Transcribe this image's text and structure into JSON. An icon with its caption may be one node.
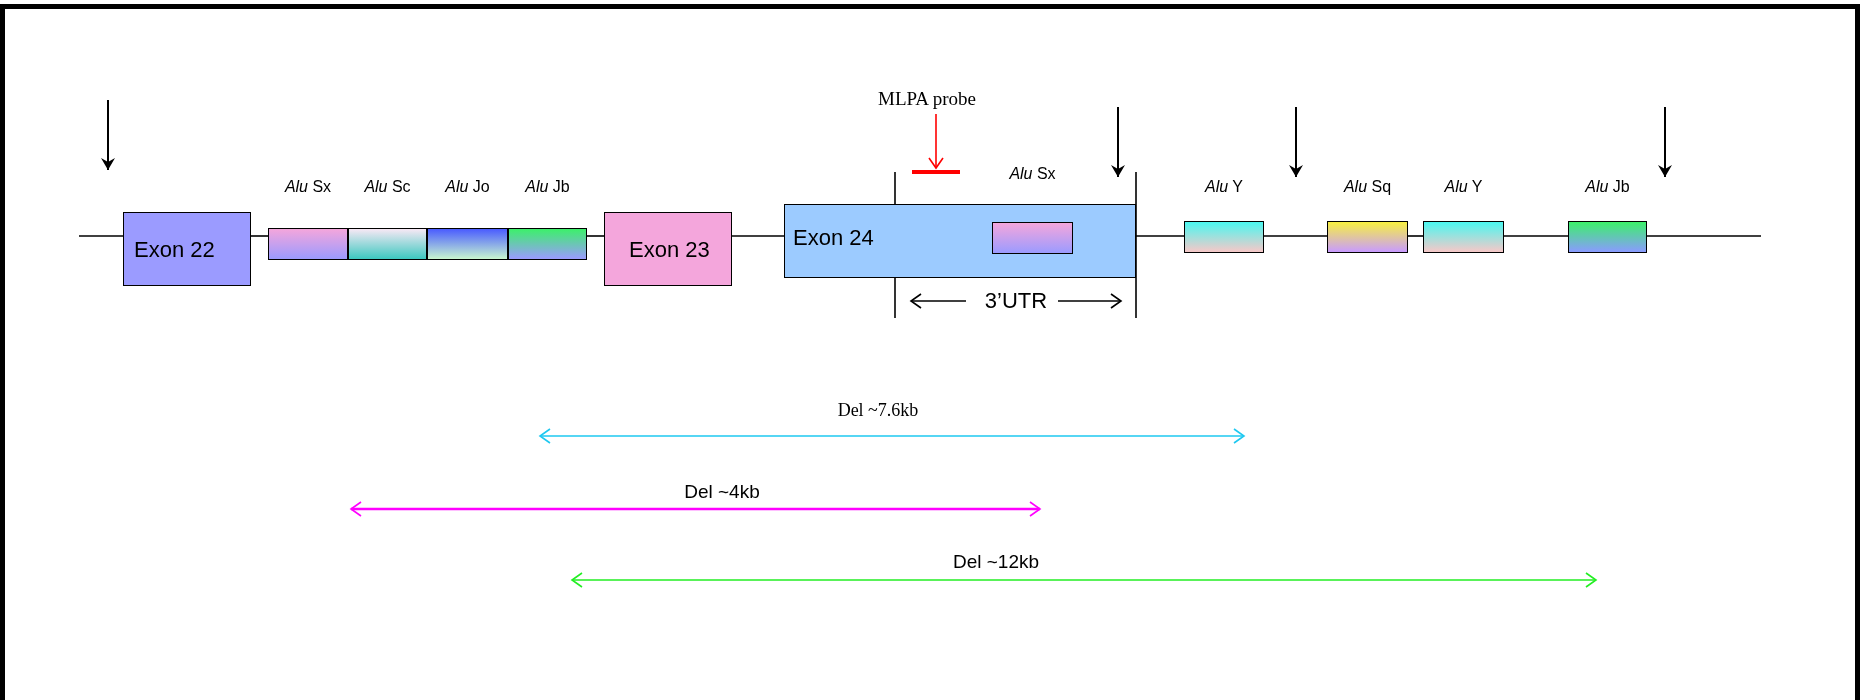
{
  "diagram": {
    "nodes": [
      {
        "text": [
          "Exon 22"
        ]
      },
      {
        "text": [
          "*Alu* Sx"
        ]
      },
      {
        "text": [
          "*Alu* Sc"
        ]
      },
      {
        "text": [
          "*Alu* Jo"
        ]
      },
      {
        "text": [
          "*Alu* Jb"
        ]
      },
      {
        "text": [
          "Exon 23"
        ]
      },
      {
        "text": [
          "MLPA probe"
        ]
      },
      {
        "text": [],
        "shape": "bar"
      },
      {
        "text": [
          "Exon 24"
        ]
      },
      {
        "text": [
          "*Alu* Sx"
        ],
        "in": 8
      },
      {
        "text": [
          "*Alu* Y"
        ]
      },
      {
        "text": [
          "*Alu* Sq"
        ]
      },
      {
        "text": [
          "*Alu* Y"
        ]
      },
      {
        "text": [
          "*Alu* Jb"
        ]
      }
    ],
    "edges": [
      {
        "from": null,
        "to": 0,
        "arrow": "none"
      },
      {
        "from": 0,
        "to": 1,
        "arrow": "none"
      },
      {
        "from": 4,
        "to": 5,
        "arrow": "none"
      },
      {
        "from": 5,
        "to": 8,
        "arrow": "none"
      },
      {
        "from": 6,
        "to": 7,
        "arrow": "to",
        "color": "#ff0000"
      },
      {
        "from": 8,
        "to": 10,
        "arrow": "none"
      },
      {
        "from": 10,
        "to": 11,
        "arrow": "none"
      },
      {
        "from": 11,
        "to": 12,
        "arrow": "none"
      },
      {
        "from": 12,
        "to": 13,
        "arrow": "none"
      },
      {
        "from": 13,
        "to": null,
        "arrow": "none"
      }
    ],
    "labels": [
      "3’UTR",
      "Del ~7.6kb",
      "Del ~4kb",
      "Del ~12kb"
    ]
  }
}
